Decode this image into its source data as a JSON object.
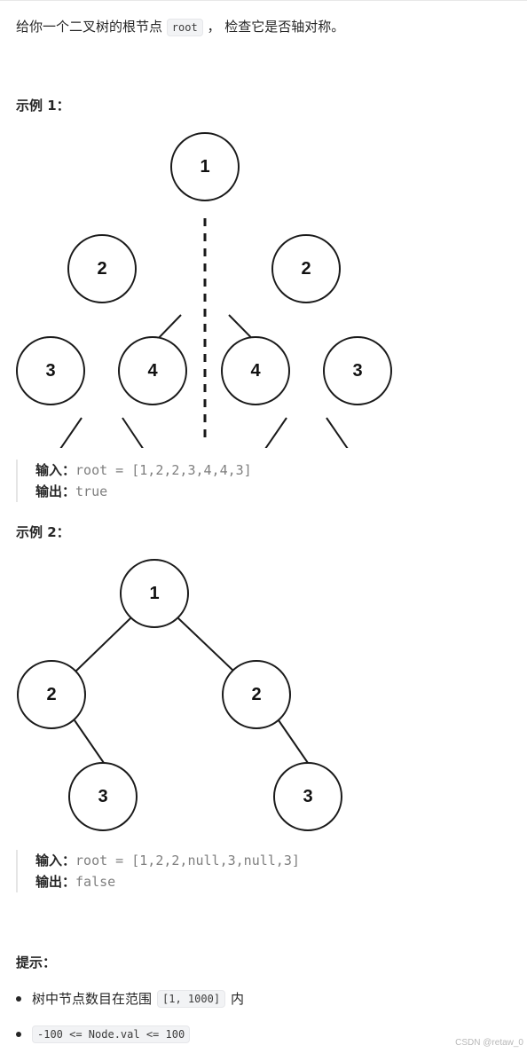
{
  "intro": {
    "before": "给你一个二叉树的根节点",
    "code": "root",
    "after": "， 检查它是否轴对称。"
  },
  "examples": [
    {
      "heading": "示例 1：",
      "tree_nodes": [
        "1",
        "2",
        "2",
        "3",
        "4",
        "4",
        "3"
      ],
      "input_label": "输入：",
      "input_value": "root = [1,2,2,3,4,4,3]",
      "output_label": "输出：",
      "output_value": "true"
    },
    {
      "heading": "示例 2：",
      "tree_nodes": [
        "1",
        "2",
        "2",
        "3",
        "3"
      ],
      "input_label": "输入：",
      "input_value": "root = [1,2,2,null,3,null,3]",
      "output_label": "输出：",
      "output_value": "false"
    }
  ],
  "hints": {
    "heading": "提示：",
    "items": [
      {
        "before": "树中节点数目在范围",
        "code": "[1, 1000]",
        "after": "内"
      },
      {
        "before": "",
        "code": "-100 <= Node.val <= 100",
        "after": ""
      }
    ]
  },
  "watermark": "CSDN @retaw_0",
  "colors": {
    "text": "#262626",
    "code_bg": "#f2f3f5",
    "muted": "#7f7f7f"
  }
}
